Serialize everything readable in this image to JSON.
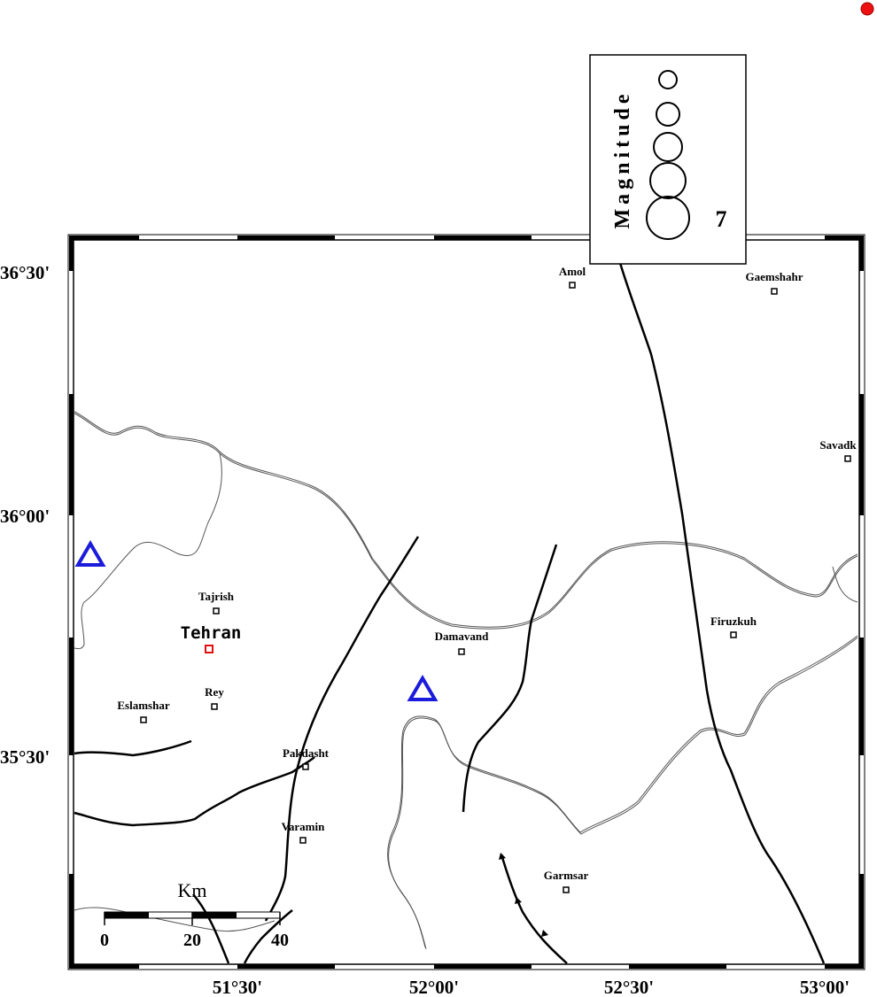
{
  "axes": {
    "y_ticks": [
      "36°30'",
      "36°00'",
      "35°30'"
    ],
    "x_ticks": [
      "51°30'",
      "52°00'",
      "52°30'",
      "53°00'"
    ]
  },
  "legend": {
    "title": "Magnitude",
    "value_label": "7",
    "symbol_count": 5
  },
  "scale_bar": {
    "unit": "Km",
    "ticks": [
      "0",
      "20",
      "40"
    ]
  },
  "cities": [
    {
      "name": "Amol"
    },
    {
      "name": "Gaemshahr"
    },
    {
      "name": "Savadk"
    },
    {
      "name": "Firuzkuh"
    },
    {
      "name": "Damavand"
    },
    {
      "name": "Tajrish"
    },
    {
      "name": "Tehran",
      "capital": true
    },
    {
      "name": "Rey"
    },
    {
      "name": "Eslamshar"
    },
    {
      "name": "Pakdasht"
    },
    {
      "name": "Varamin"
    },
    {
      "name": "Garmsar"
    }
  ],
  "markers": {
    "stations": [
      "station-1",
      "station-2"
    ],
    "event_dot": "red-dot"
  },
  "colors": {
    "frame": "#000000",
    "station": "#1b1bdc",
    "capital": "#e01010",
    "event": "#ee1111",
    "roads": "#555555"
  }
}
